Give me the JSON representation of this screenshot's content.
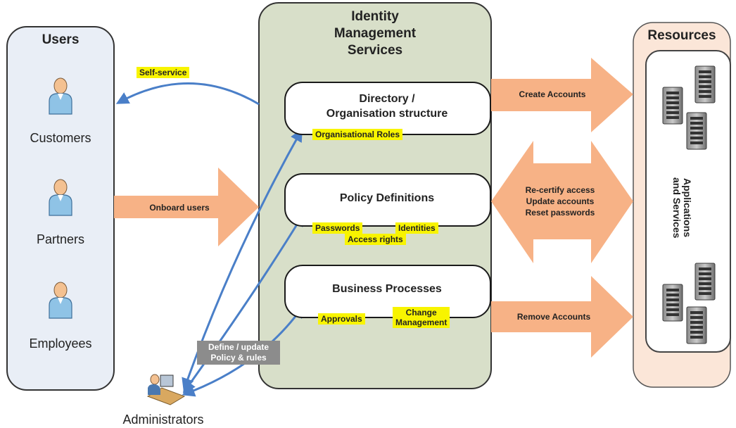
{
  "users": {
    "title": "Users",
    "customers": "Customers",
    "partners": "Partners",
    "employees": "Employees",
    "administrators": "Administrators"
  },
  "ims": {
    "title": "Identity\nManagement\nServices",
    "directory": {
      "title": "Directory /\nOrganisation structure",
      "tag_roles": "Organisational Roles"
    },
    "policy": {
      "title": "Policy Definitions",
      "tag_passwords": "Passwords",
      "tag_identities": "Identities",
      "tag_access": "Access rights"
    },
    "business": {
      "title": "Business Processes",
      "tag_approvals": "Approvals",
      "tag_change": "Change\nManagement"
    },
    "define_update": "Define / update\nPolicy & rules"
  },
  "arrows": {
    "self_service": "Self-service",
    "onboard_users": "Onboard users",
    "create_accounts": "Create Accounts",
    "recertify": "Re-certify access\nUpdate accounts\nReset passwords",
    "remove_accounts": "Remove Accounts"
  },
  "resources": {
    "title": "Resources",
    "apps": "Applications\nand Services"
  },
  "colors": {
    "users_panel": "#e9eef6",
    "ims_panel": "#d8dfc9",
    "resources_panel": "#fbe6d8",
    "arrow_fill": "#f7b286",
    "connector": "#4a7fc8",
    "highlight": "#f8f400"
  }
}
